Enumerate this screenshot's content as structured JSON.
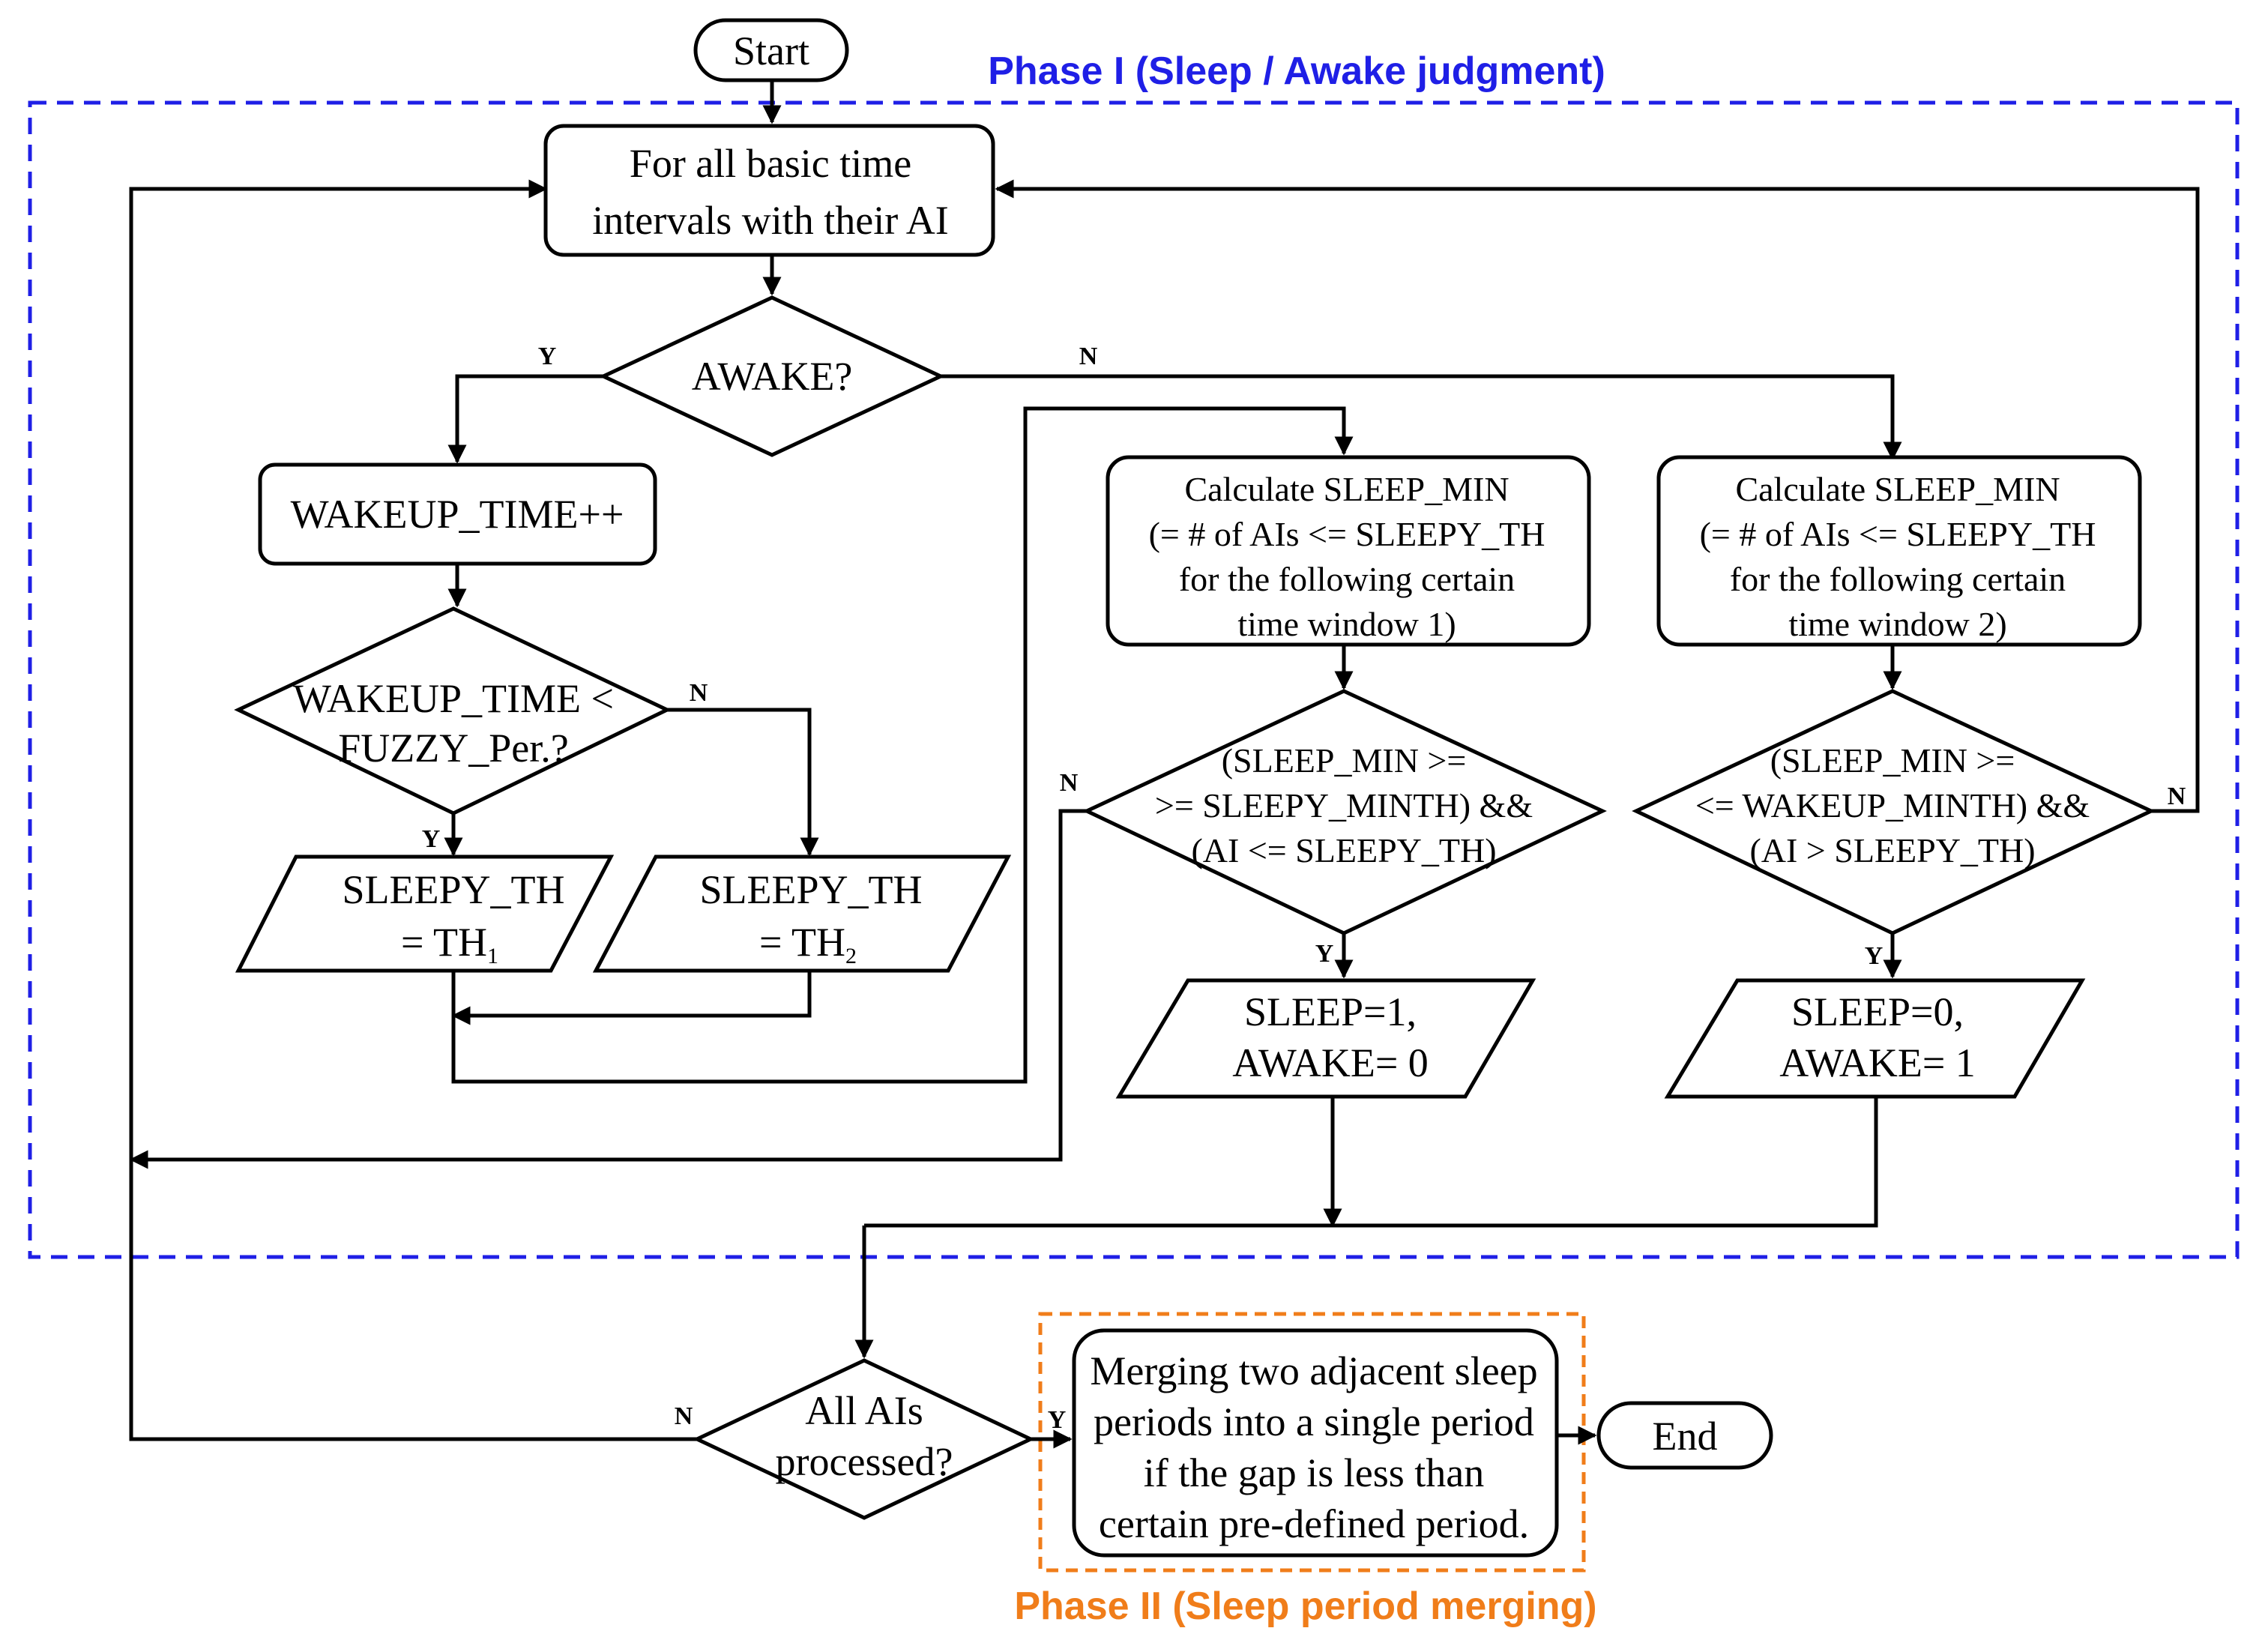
{
  "colors": {
    "phase1": "#1f1fe6",
    "phase2": "#f07d1a",
    "line": "#000000"
  },
  "phases": {
    "phase1": "Phase I (Sleep / Awake judgment)",
    "phase2": "Phase II (Sleep period merging)"
  },
  "nodes": {
    "start": "Start",
    "loop": [
      "For all basic time",
      "intervals with their AI"
    ],
    "awake_q": "AWAKE?",
    "wakeup": "WAKEUP_TIME++",
    "fuzzy_q": [
      "WAKEUP_TIME <",
      "FUZZY_Per.?"
    ],
    "th1": {
      "line1": "SLEEPY_TH",
      "line2": "= TH",
      "sub": "1"
    },
    "th2": {
      "line1": "SLEEPY_TH",
      "line2": "= TH",
      "sub": "2"
    },
    "calc1": [
      "Calculate SLEEP_MIN",
      "(= # of AIs <= SLEEPY_TH",
      "for the following certain",
      "time window 1)"
    ],
    "calc2": [
      "Calculate SLEEP_MIN",
      "(= # of AIs <= SLEEPY_TH",
      "for the following certain",
      "time window 2)"
    ],
    "cond1": [
      "(SLEEP_MIN >=",
      ">= SLEEPY_MINTH) &&",
      "(AI <= SLEEPY_TH)"
    ],
    "cond2": [
      "(SLEEP_MIN >=",
      "<= WAKEUP_MINTH) &&",
      "(AI > SLEEPY_TH)"
    ],
    "set1": [
      "SLEEP=1,",
      "AWAKE= 0"
    ],
    "set2": [
      "SLEEP=0,",
      "AWAKE= 1"
    ],
    "all_q": [
      "All AIs",
      "processed?"
    ],
    "merge": [
      "Merging two adjacent sleep",
      "periods into a single period",
      "if the gap is less than",
      "certain pre-defined period."
    ],
    "end": "End"
  },
  "edge_labels": {
    "awake_y": "Y",
    "awake_n": "N",
    "fuzzy_y": "Y",
    "fuzzy_n": "N",
    "cond1_y": "Y",
    "cond1_n": "N",
    "cond2_y": "Y",
    "cond2_n": "N",
    "all_y": "Y",
    "all_n": "N"
  }
}
